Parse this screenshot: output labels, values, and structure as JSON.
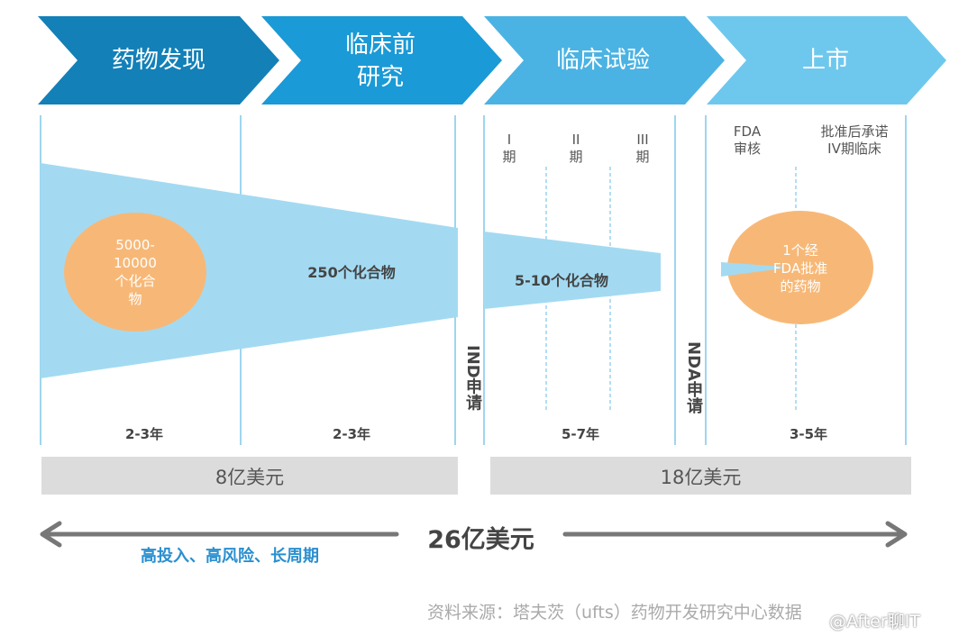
{
  "stages": [
    {
      "label": "药物发现",
      "color": "#1380b8"
    },
    {
      "label": "临床前\n研究",
      "color": "#1a9ad6"
    },
    {
      "label": "临床试验",
      "color": "#4bb3e3"
    },
    {
      "label": "上市",
      "color": "#6ec8ee"
    }
  ],
  "phases": {
    "p1": "I\n期",
    "p2": "II\n期",
    "p3": "III\n期"
  },
  "market": {
    "fda_review": "FDA\n审核",
    "phase4": "批准后承诺\nIV期临床"
  },
  "funnel": {
    "discovery": "5000-\n10000\n个化合\n物",
    "preclinical": "250个化合物",
    "clinical": "5-10个化合物",
    "approved": "1个经\nFDA批准\n的药物"
  },
  "milestones": {
    "ind": "IND申请",
    "nda": "NDA申请"
  },
  "durations": {
    "discovery": "2-3年",
    "preclinical": "2-3年",
    "clinical": "5-7年",
    "market": "3-5年"
  },
  "costs": {
    "early": "8亿美元",
    "late": "18亿美元",
    "total": "26亿美元"
  },
  "tagline": "高投入、高风险、长周期",
  "source": "资料来源：塔夫茨（ufts）药物开发研究中心数据",
  "watermark": "@After聊IT",
  "colors": {
    "funnel": "#a3daf2",
    "circle": "#f7b877",
    "cost_bar": "#dcdcdc",
    "arrow": "#777777",
    "tagline": "#2a8fd0"
  }
}
